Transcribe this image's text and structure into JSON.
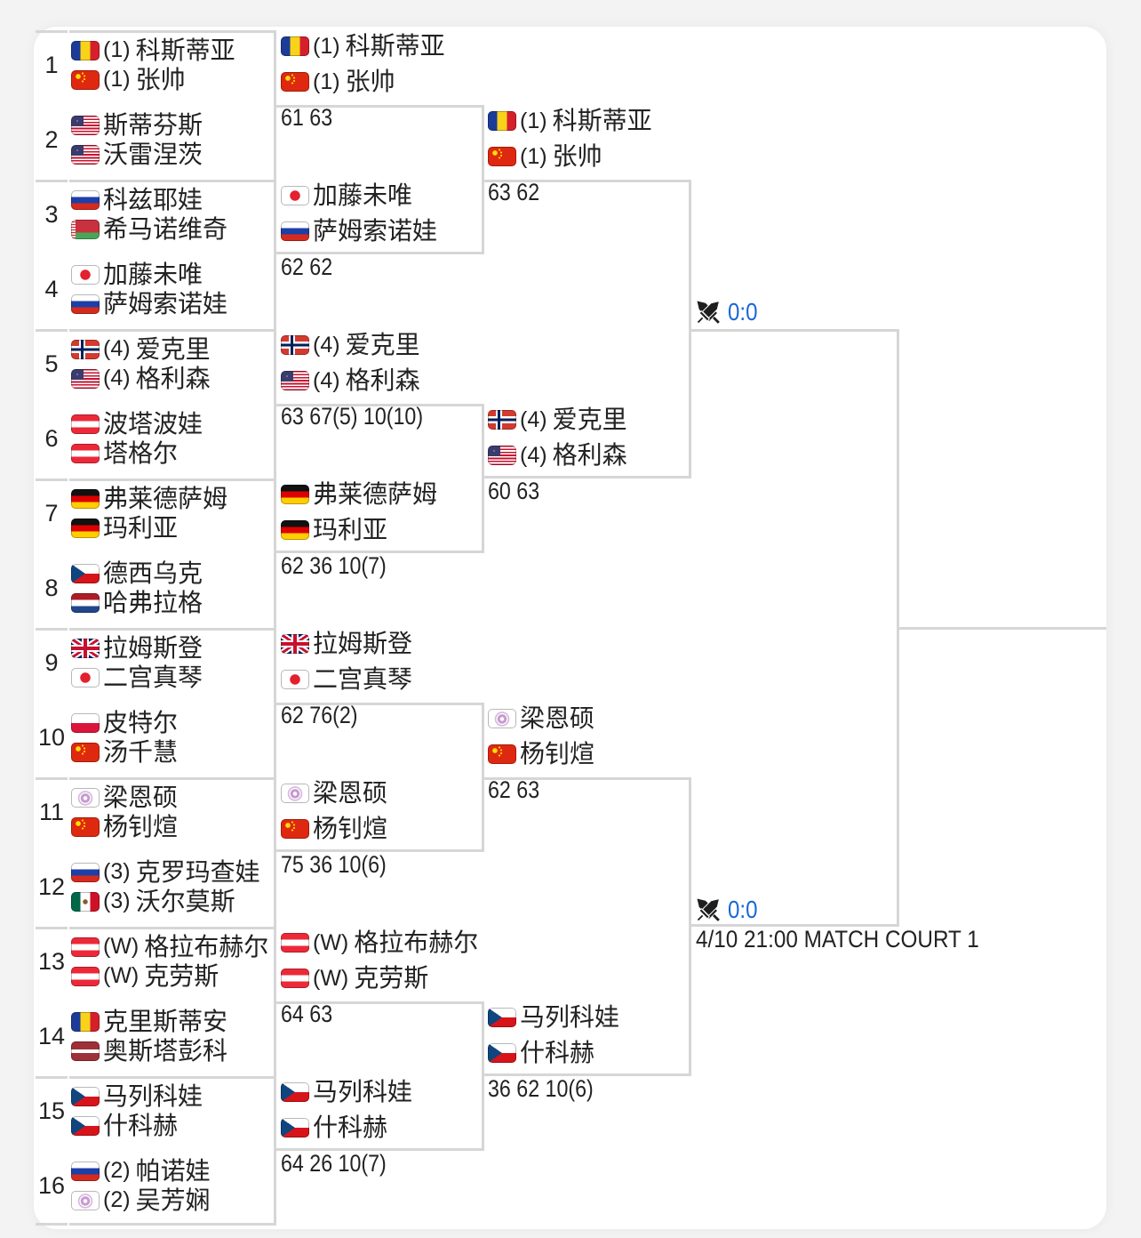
{
  "theme": {
    "background": "#f3f3f3",
    "card": "#ffffff",
    "line": "#d6d6d6",
    "text": "#222222",
    "live_score": "#1a66d8"
  },
  "round_of_16": [
    {
      "number": "1",
      "players": [
        {
          "flag": "romania",
          "seed": "(1)",
          "name": "科斯蒂亚"
        },
        {
          "flag": "china",
          "seed": "(1)",
          "name": "张帅"
        }
      ]
    },
    {
      "number": "2",
      "players": [
        {
          "flag": "usa",
          "name": "斯蒂芬斯"
        },
        {
          "flag": "usa",
          "name": "沃雷涅茨"
        }
      ]
    },
    {
      "number": "3",
      "players": [
        {
          "flag": "russia",
          "name": "科兹耶娃"
        },
        {
          "flag": "belarus",
          "name": "希马诺维奇"
        }
      ]
    },
    {
      "number": "4",
      "players": [
        {
          "flag": "japan",
          "name": "加藤未唯"
        },
        {
          "flag": "russia",
          "name": "萨姆索诺娃"
        }
      ]
    },
    {
      "number": "5",
      "players": [
        {
          "flag": "norway",
          "seed": "(4)",
          "name": "爱克里"
        },
        {
          "flag": "usa",
          "seed": "(4)",
          "name": "格利森"
        }
      ]
    },
    {
      "number": "6",
      "players": [
        {
          "flag": "austria",
          "name": "波塔波娃"
        },
        {
          "flag": "austria",
          "name": "塔格尔"
        }
      ]
    },
    {
      "number": "7",
      "players": [
        {
          "flag": "germany",
          "name": "弗莱德萨姆"
        },
        {
          "flag": "germany",
          "name": "玛利亚"
        }
      ]
    },
    {
      "number": "8",
      "players": [
        {
          "flag": "czech",
          "name": "德西乌克"
        },
        {
          "flag": "netherlands",
          "name": "哈弗拉格"
        }
      ]
    },
    {
      "number": "9",
      "players": [
        {
          "flag": "uk",
          "name": "拉姆斯登"
        },
        {
          "flag": "japan",
          "name": "二宫真琴"
        }
      ]
    },
    {
      "number": "10",
      "players": [
        {
          "flag": "poland",
          "name": "皮特尔"
        },
        {
          "flag": "china",
          "name": "汤千慧"
        }
      ]
    },
    {
      "number": "11",
      "players": [
        {
          "flag": "chinese-taipei",
          "name": "梁恩硕"
        },
        {
          "flag": "china",
          "name": "杨钊煊"
        }
      ]
    },
    {
      "number": "12",
      "players": [
        {
          "flag": "russia",
          "seed": "(3)",
          "name": "克罗玛查娃"
        },
        {
          "flag": "mexico",
          "seed": "(3)",
          "name": "沃尔莫斯"
        }
      ]
    },
    {
      "number": "13",
      "players": [
        {
          "flag": "austria",
          "seed": "(W)",
          "name": "格拉布赫尔"
        },
        {
          "flag": "austria",
          "seed": "(W)",
          "name": "克劳斯"
        }
      ]
    },
    {
      "number": "14",
      "players": [
        {
          "flag": "romania",
          "name": "克里斯蒂安"
        },
        {
          "flag": "latvia",
          "name": "奥斯塔彭科"
        }
      ]
    },
    {
      "number": "15",
      "players": [
        {
          "flag": "czech",
          "name": "马列科娃"
        },
        {
          "flag": "czech",
          "name": "什科赫"
        }
      ]
    },
    {
      "number": "16",
      "players": [
        {
          "flag": "russia",
          "seed": "(2)",
          "name": "帕诺娃"
        },
        {
          "flag": "chinese-taipei",
          "seed": "(2)",
          "name": "吴芳娴"
        }
      ]
    }
  ],
  "quarterfinals": [
    {
      "players": [
        {
          "flag": "romania",
          "seed": "(1)",
          "name": "科斯蒂亚"
        },
        {
          "flag": "china",
          "seed": "(1)",
          "name": "张帅"
        }
      ],
      "score": "61 63"
    },
    {
      "players": [
        {
          "flag": "japan",
          "name": "加藤未唯"
        },
        {
          "flag": "russia",
          "name": "萨姆索诺娃"
        }
      ],
      "score": "62 62"
    },
    {
      "players": [
        {
          "flag": "norway",
          "seed": "(4)",
          "name": "爱克里"
        },
        {
          "flag": "usa",
          "seed": "(4)",
          "name": "格利森"
        }
      ],
      "score": "63 67(5) 10(10)"
    },
    {
      "players": [
        {
          "flag": "germany",
          "name": "弗莱德萨姆"
        },
        {
          "flag": "germany",
          "name": "玛利亚"
        }
      ],
      "score": "62 36 10(7)"
    },
    {
      "players": [
        {
          "flag": "uk",
          "name": "拉姆斯登"
        },
        {
          "flag": "japan",
          "name": "二宫真琴"
        }
      ],
      "score": "62 76(2)"
    },
    {
      "players": [
        {
          "flag": "chinese-taipei",
          "name": "梁恩硕"
        },
        {
          "flag": "china",
          "name": "杨钊煊"
        }
      ],
      "score": "75 36 10(6)"
    },
    {
      "players": [
        {
          "flag": "austria",
          "seed": "(W)",
          "name": "格拉布赫尔"
        },
        {
          "flag": "austria",
          "seed": "(W)",
          "name": "克劳斯"
        }
      ],
      "score": "64 63"
    },
    {
      "players": [
        {
          "flag": "czech",
          "name": "马列科娃"
        },
        {
          "flag": "czech",
          "name": "什科赫"
        }
      ],
      "score": "64 26 10(7)"
    }
  ],
  "semifinals": [
    {
      "players": [
        {
          "flag": "romania",
          "seed": "(1)",
          "name": "科斯蒂亚"
        },
        {
          "flag": "china",
          "seed": "(1)",
          "name": "张帅"
        }
      ],
      "score": "63 62"
    },
    {
      "players": [
        {
          "flag": "norway",
          "seed": "(4)",
          "name": "爱克里"
        },
        {
          "flag": "usa",
          "seed": "(4)",
          "name": "格利森"
        }
      ],
      "score": "60 63"
    },
    {
      "players": [
        {
          "flag": "chinese-taipei",
          "name": "梁恩硕"
        },
        {
          "flag": "china",
          "name": "杨钊煊"
        }
      ],
      "score": "62 63"
    },
    {
      "players": [
        {
          "flag": "czech",
          "name": "马列科娃"
        },
        {
          "flag": "czech",
          "name": "什科赫"
        }
      ],
      "score": "36 62 10(6)"
    }
  ],
  "final": {
    "slots": [
      {
        "status_icon": "crossed-swords-icon",
        "live_score": "0:0"
      },
      {
        "status_icon": "crossed-swords-icon",
        "live_score": "0:0",
        "schedule": "4/10 21:00 MATCH COURT 1"
      }
    ]
  }
}
